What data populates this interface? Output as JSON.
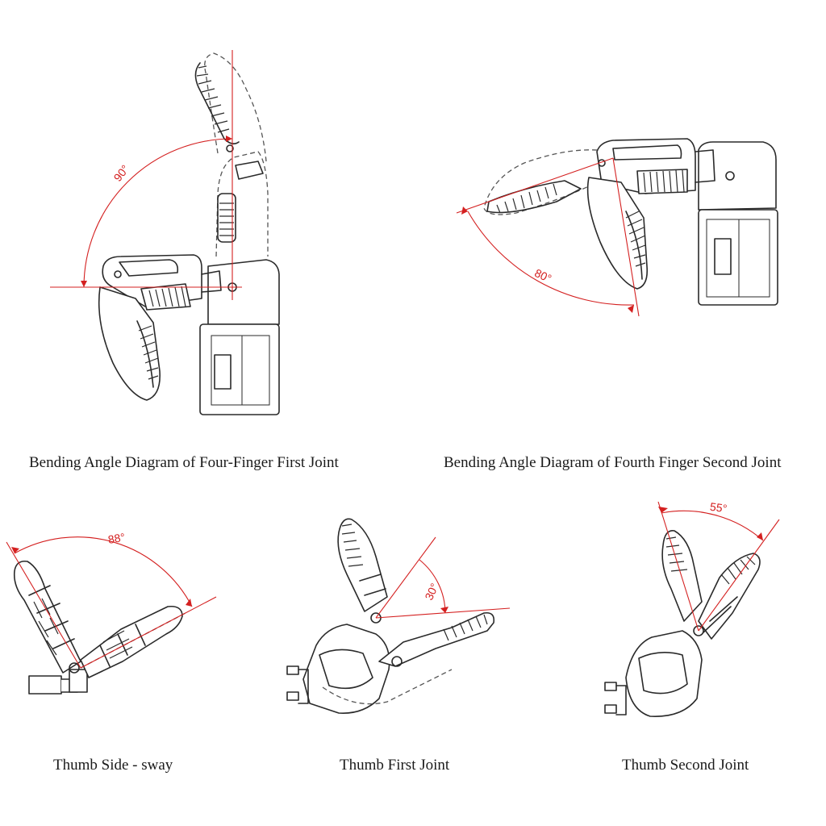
{
  "figures": [
    {
      "caption": "Bending Angle Diagram of Four-Finger First Joint",
      "angle": "90°"
    },
    {
      "caption": "Bending Angle Diagram of Fourth Finger Second Joint",
      "angle": "80°"
    },
    {
      "caption": "Thumb Side - sway",
      "angle": "88°"
    },
    {
      "caption": "Thumb First Joint",
      "angle": "30°"
    },
    {
      "caption": "Thumb Second Joint",
      "angle": "55°"
    }
  ],
  "colors": {
    "annotation": "#d42020",
    "line": "#2a2a2a",
    "background": "#ffffff"
  }
}
